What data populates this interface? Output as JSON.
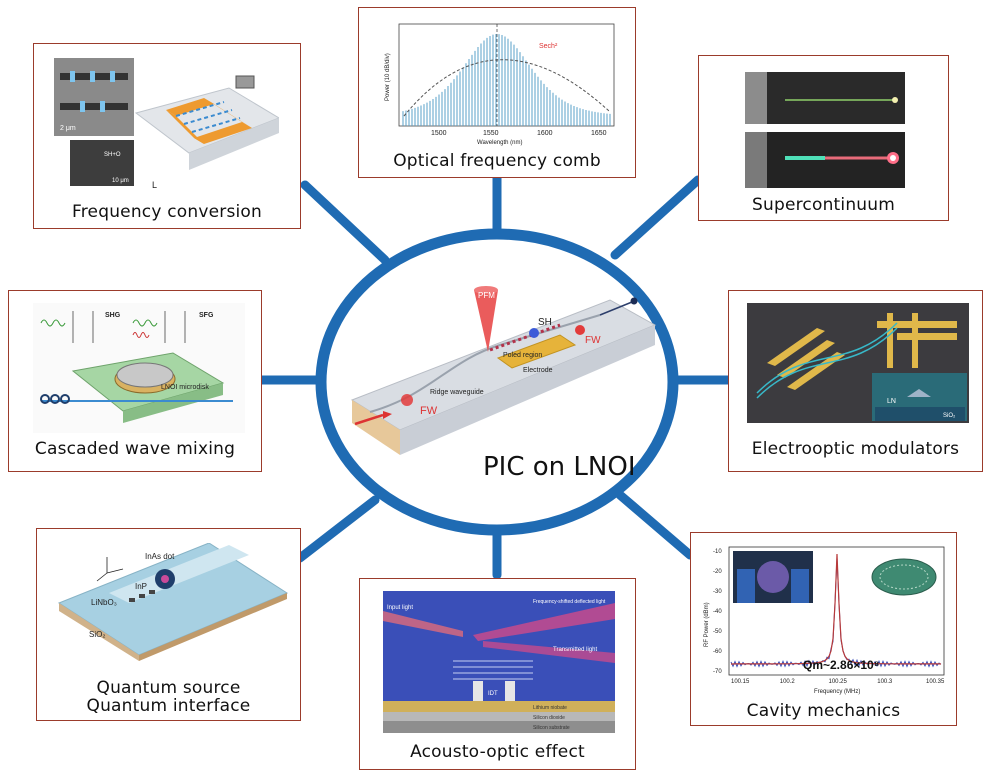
{
  "center": {
    "title": "PIC on LNOI",
    "labels": {
      "pfm": "PFM",
      "sh": "SH",
      "fw_in": "FW",
      "fw_out": "FW",
      "poled_region": "Poled region",
      "electrode": "Electrode",
      "ridge_waveguide": "Ridge waveguide"
    }
  },
  "panels": {
    "frequency_conversion": {
      "caption": "Frequency conversion",
      "scale1": "2 μm",
      "scale2": "10 μm",
      "sem_label": "SH+O",
      "axis": "L"
    },
    "optical_frequency_comb": {
      "caption": "Optical frequency comb",
      "ylabel": "Power (10 dB/div)",
      "xlabel": "Wavelength (nm)",
      "xticks": [
        "1500",
        "1550",
        "1600",
        "1650"
      ],
      "annotation": "Sech²"
    },
    "supercontinuum": {
      "caption": "Supercontinuum"
    },
    "cascaded_wave_mixing": {
      "caption": "Cascaded wave mixing",
      "shg": "SHG",
      "sfg": "SFG",
      "disk_label": "LNOI microdisk"
    },
    "electrooptic_modulators": {
      "caption": "Electrooptic modulators",
      "ln": "LN",
      "sio2": "SiO₂"
    },
    "quantum_source": {
      "caption_line1": "Quantum source",
      "caption_line2": "Quantum interface",
      "inas": "InAs dot",
      "inp": "InP",
      "linbo3": "LiNbO₃",
      "sio2": "SiO₂"
    },
    "acousto_optic": {
      "caption": "Acousto-optic effect",
      "input_light": "Input light",
      "freq_shifted": "Frequency-shifted deflected light",
      "transmitted": "Transmitted light",
      "idt": "IDT",
      "layers": [
        "Lithium niobate",
        "Silicon dioxide",
        "Silicon substrate"
      ]
    },
    "cavity_mechanics": {
      "caption": "Cavity mechanics",
      "ylabel": "RF Power (dBm)",
      "xlabel": "Frequency (MHz)",
      "yticks": [
        "-10",
        "-20",
        "-30",
        "-40",
        "-50",
        "-60",
        "-70"
      ],
      "xticks": [
        "100.15",
        "100.2",
        "100.25",
        "100.3",
        "100.35"
      ],
      "q_label": "Qm~2.86×10⁸"
    }
  },
  "colors": {
    "spoke": "#1f6bb3",
    "ellipse": "#1f6bb3",
    "panel_border": "#9b3b2b",
    "gold": "#e6b33a",
    "laser_red": "#e23b3b",
    "sh_blue": "#3c5bd8"
  }
}
